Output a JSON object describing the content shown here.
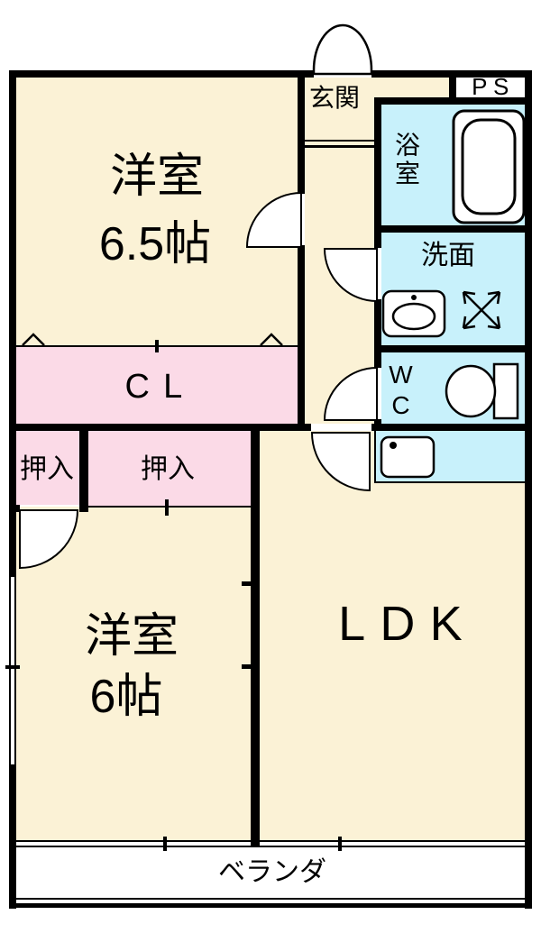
{
  "rooms": {
    "western1": {
      "name": "洋室",
      "size": "6.5帖"
    },
    "western2": {
      "name": "洋室",
      "size": "6帖"
    },
    "ldk": {
      "label": "LDK"
    },
    "closet": {
      "label": "CL"
    },
    "oshiire_left": {
      "label": "押入"
    },
    "oshiire_right": {
      "label": "押入"
    },
    "entrance": {
      "label": "玄関"
    },
    "pipe_space": {
      "label": "PS"
    },
    "bathroom": {
      "label": "浴室"
    },
    "washroom": {
      "label": "洗面"
    },
    "toilet": {
      "label": "WC"
    },
    "balcony": {
      "label": "ベランダ"
    }
  },
  "colors": {
    "room": "#FBF2D6",
    "closet": "#FBDAE7",
    "water": "#C8F1FB",
    "wall": "#000000"
  },
  "icons": {
    "bathtub": "bathtub-icon",
    "washbasin": "washbasin-icon",
    "washer_space": "washer-space-icon",
    "toilet": "toilet-icon",
    "kitchen_sink": "kitchen-sink-icon",
    "entrance_door": "entrance-door-icon"
  }
}
